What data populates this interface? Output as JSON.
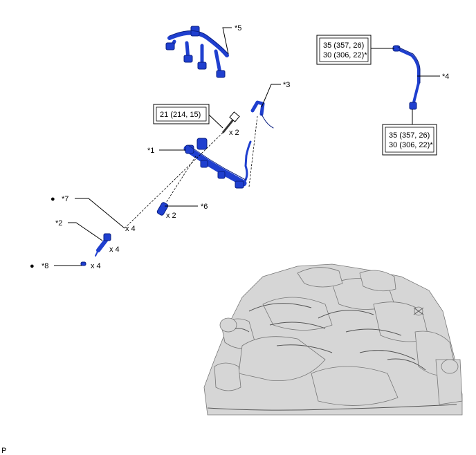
{
  "callouts": {
    "c1": "*1",
    "c2": "*2",
    "c3": "*3",
    "c4": "*4",
    "c5": "*5",
    "c6": "*6",
    "c7": "*7",
    "c8": "*8"
  },
  "quantities": {
    "bolt": "x 2",
    "insulator": "x 2",
    "injector_ring": "x 4",
    "injector": "x 4",
    "o_ring": "x 4"
  },
  "bullets": {
    "c7": "●",
    "c8": "●"
  },
  "torque": {
    "bolt": [
      "21 (214, 15)"
    ],
    "pipe_top": [
      "35 (357, 26)",
      "30 (306, 22)*"
    ],
    "pipe_bottom": [
      "35 (357, 26)",
      "30 (306, 22)*"
    ]
  },
  "footer_code": "P",
  "colors": {
    "part_blue": "#1f3fcf",
    "engine_gray": "#d6d6d6"
  }
}
